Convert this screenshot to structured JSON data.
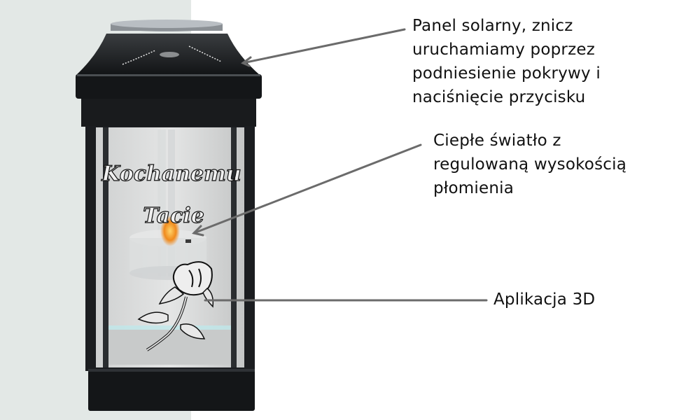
{
  "image": {
    "subject": "black solar grave lantern (znicz) with glass panels, silver 3D rose appliqué and inscription",
    "background_left_color": "#e3e8e6",
    "background_right_color": "#ffffff",
    "pointer_color": "#6b6b6b"
  },
  "inscription": {
    "line1": "Kochanemu",
    "line2": "Tacie"
  },
  "callouts": [
    {
      "id": "solar-panel",
      "lines": [
        "Panel solarny, znicz",
        "uruchamiamy poprzez",
        "podniesienie pokrywy i",
        "naciśnięcie przycisku"
      ]
    },
    {
      "id": "warm-light",
      "lines": [
        "Ciepłe światło z",
        "regulowaną wysokością",
        "płomienia"
      ]
    },
    {
      "id": "3d-application",
      "lines": [
        "Aplikacja 3D"
      ]
    }
  ]
}
